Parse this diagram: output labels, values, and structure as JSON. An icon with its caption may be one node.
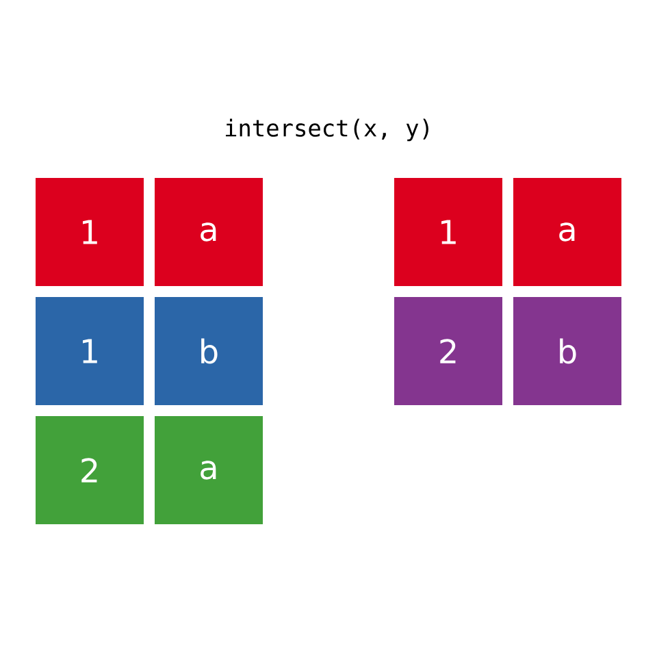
{
  "diagram": {
    "title": "intersect(x, y)",
    "nodes": [
      {
        "text": [
          "1"
        ]
      },
      {
        "text": [
          "a"
        ]
      },
      {
        "text": [
          "1"
        ]
      },
      {
        "text": [
          "b"
        ]
      },
      {
        "text": [
          "2"
        ]
      },
      {
        "text": [
          "a"
        ]
      },
      {
        "text": [
          "1"
        ]
      },
      {
        "text": [
          "a"
        ]
      },
      {
        "text": [
          "2"
        ]
      },
      {
        "text": [
          "b"
        ]
      }
    ]
  }
}
